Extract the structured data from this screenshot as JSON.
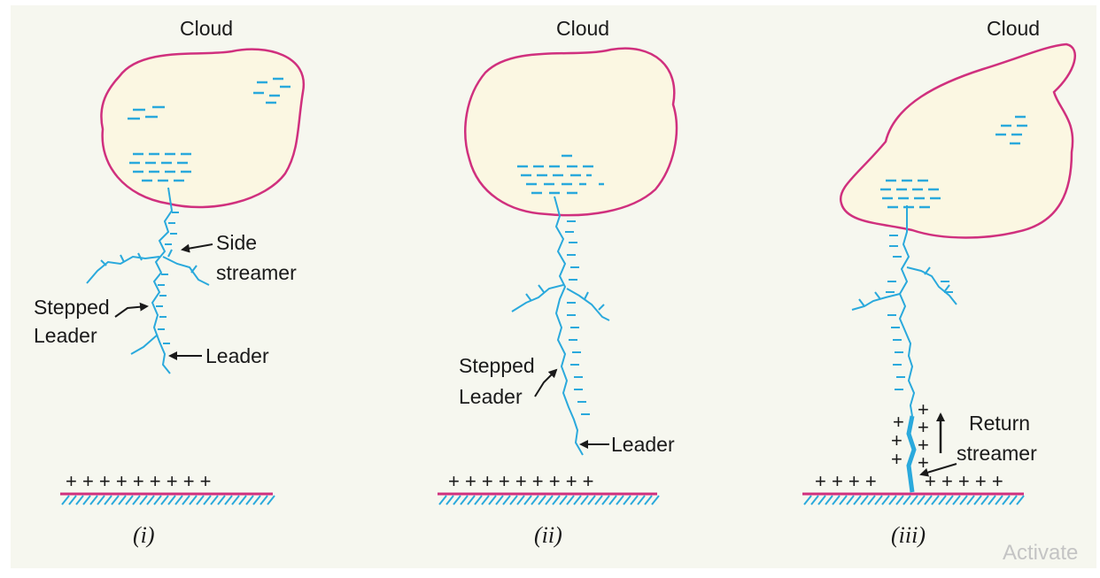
{
  "colors": {
    "cloud_fill": "#fbf7e2",
    "cloud_outline": "#d0307e",
    "lightning": "#2aa9dc",
    "ground_line": "#d0307e",
    "hatch": "#2aa9dc",
    "text": "#1a1a1a"
  },
  "panels": [
    {
      "caption": "(i)",
      "cloud_label": "Cloud",
      "labels": {
        "side_streamer_1": "Side",
        "side_streamer_2": "streamer",
        "stepped_leader_1": "Stepped",
        "stepped_leader_2": "Leader",
        "leader": "Leader"
      },
      "ground_charges": "+ + + + + + + + +"
    },
    {
      "caption": "(ii)",
      "cloud_label": "Cloud",
      "labels": {
        "stepped_leader_1": "Stepped",
        "stepped_leader_2": "Leader",
        "leader": "Leader"
      },
      "ground_charges": "+ + + + + + + + +"
    },
    {
      "caption": "(iii)",
      "cloud_label": "Cloud",
      "labels": {
        "return_streamer_1": "Return",
        "return_streamer_2": "streamer"
      },
      "ground_charges": "+ + + +",
      "ground_charges_right": "+ + + + +"
    }
  ],
  "watermark": "Activate"
}
